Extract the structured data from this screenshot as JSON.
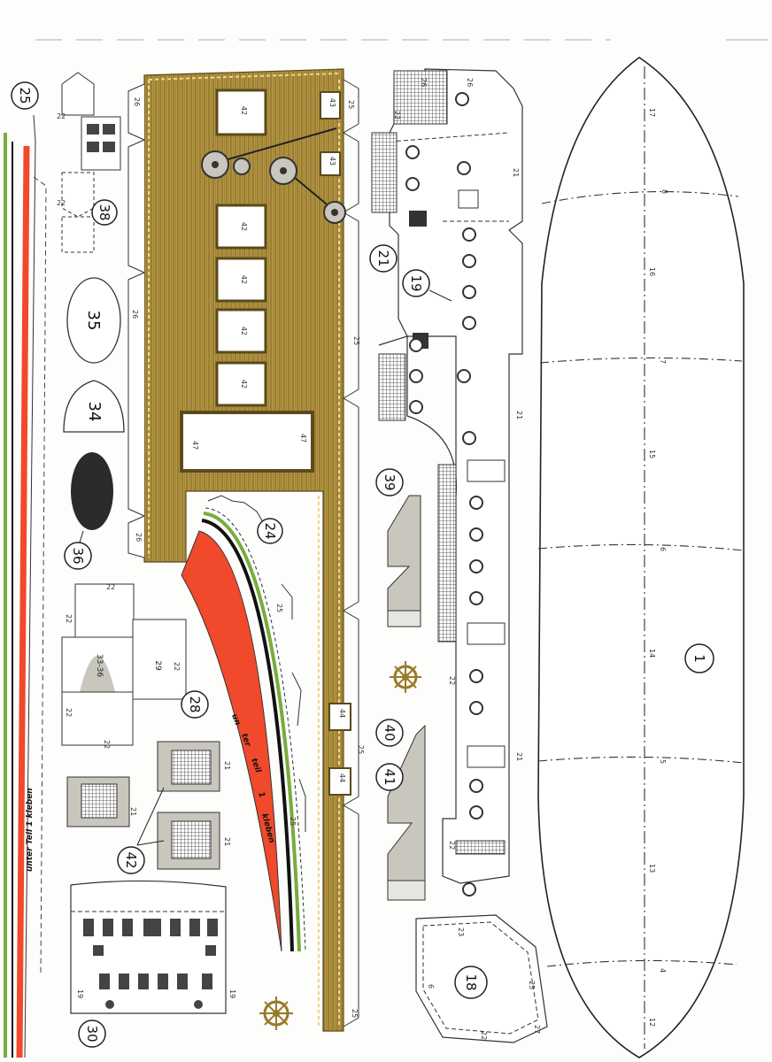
{
  "colors": {
    "deck_wood": "#b59642",
    "deck_line": "#7a6221",
    "red": "#f0492b",
    "green": "#7aab3c",
    "dark_oval": "#2b2b2b",
    "grey_piece": "#c8c6bd",
    "outline": "#333333"
  },
  "part_circles": {
    "p25": "25",
    "p38": "38",
    "p35": "35",
    "p34": "34",
    "p36": "36",
    "p28": "28",
    "p42": "42",
    "p30": "30",
    "p24": "24",
    "p21": "21",
    "p19": "19",
    "p39": "39",
    "p40": "40",
    "p41": "41",
    "p18": "18",
    "p1": "1"
  },
  "texts": {
    "glue_note": "unter Teil 1 kleben",
    "kleben_un": "un",
    "kleben_ter": "ter",
    "kleben_teil": "teil",
    "kleben_one": "1",
    "kleben_word": "kleben",
    "range_33_36": "33-36"
  },
  "tab_numbers": {
    "deck_left": "26",
    "deck_right": "25",
    "window": "42",
    "small_43": "43",
    "hatch": "47",
    "bollard_44": "44",
    "wall_21": "21",
    "wall_22": "22",
    "wall_26": "26",
    "mid_29": "29",
    "p19_19": "19",
    "p18_23": "23",
    "p18_6": "6",
    "p18_25": "25",
    "p18_22": "22",
    "p18_27": "27",
    "hull_17": "17",
    "hull_8": "8",
    "hull_16": "16",
    "hull_7": "7",
    "hull_15": "15",
    "hull_6": "6",
    "hull_14": "14",
    "hull_5": "5",
    "hull_13": "13",
    "hull_4": "4",
    "hull_12": "12"
  }
}
